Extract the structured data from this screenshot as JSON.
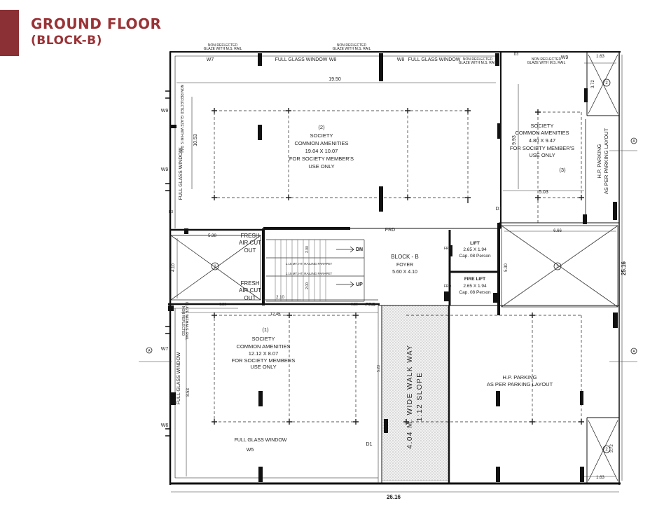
{
  "header": {
    "title": "GROUND FLOOR",
    "subtitle": "(BLOCK-B)"
  },
  "colors": {
    "accent": "#8b3034",
    "wall": "#111111",
    "line": "#333333"
  },
  "rooms": {
    "amenity_2": {
      "num": "(2)",
      "l1": "SOCIETY",
      "l2": "COMMON AMENITIES",
      "size": "19.04 X 10.07",
      "l3": "FOR SOCIETY MEMBER'S",
      "l4": "USE ONLY"
    },
    "amenity_3": {
      "num": "(3)",
      "l1": "SOCIETY",
      "l2": "COMMON AMENITIES",
      "size": "4.80 X 9.47",
      "l3": "FOR SOCIETY MEMBER'S",
      "l4": "USE ONLY"
    },
    "amenity_1": {
      "num": "(1)",
      "l1": "SOCIETY",
      "l2": "COMMON AMENITIES",
      "size": "12.12 X 8.07",
      "l3": "FOR SOCIETY MEMBERS",
      "l4": "USE ONLY"
    },
    "foyer": {
      "block": "BLOCK - B",
      "name": "FOYER",
      "size": "5.60 X 4.10"
    },
    "lift": {
      "name": "LIFT",
      "size": "2.65 X 1.94",
      "cap": "Cap. 08 Person"
    },
    "fire_lift": {
      "name": "FIRE LIFT",
      "size": "2.65 X 1.94",
      "cap": "Cap. 08 Person"
    },
    "hp_parking_right": {
      "l1": "H.P. PARKING",
      "l2": "AS PER PARKING LAYOUT"
    },
    "hp_parking_bottom": {
      "l1": "H.P. PARKING",
      "l2": "AS PER PARKING LAYOUT"
    },
    "walkway": {
      "l1": "4.04 M. WIDE WALK WAY",
      "l2": "1:12 SLOPE"
    },
    "fresh_air": [
      "FRESH",
      "AIR CUT",
      "OUT"
    ]
  },
  "labels": {
    "nrg": [
      "NON REFLECTED",
      "GLAZE WITH M.S. RAIL"
    ],
    "nrg_side": "NON REFLECTED GLAZE WITH M.S. RAIL",
    "fgw": "FULL GLASS WINDOW",
    "w7": "W7",
    "w8": "W8",
    "w9": "W9",
    "w5": "W5",
    "w6": "W6",
    "d1": "D1",
    "d3": "D3",
    "frd": "FRD",
    "dn": "DN",
    "up": "UP",
    "railing": "1.15 MT. HT. RAILING PARAPET",
    "section_a": "A"
  },
  "dims": {
    "top_width": "19.50",
    "left_height": "10.53",
    "right_room_height": "9.93",
    "right_room_width": "5.03",
    "corner_w": "1.63",
    "corner_h": "3.72",
    "fresh_w": "5.38",
    "fresh_h": "4.10",
    "lobby_w": "2.10",
    "right_shaft_w": "6.66",
    "right_shaft_h": "5.30",
    "bottom_room_w": "12.45",
    "bottom_room_h": "8.53",
    "overall_height": "25.16",
    "overall_width": "26.16",
    "stair_a": "2.00",
    "stair_b": "2.00",
    "small_a": "0.20",
    "small_b": "0.20",
    "walk_gap": "5.23",
    "corner_bottom_w": "1.63",
    "corner_bottom_h": "3.72"
  },
  "markers": {
    "c1": "1",
    "c2": "2",
    "c3": "3",
    "c4": "2"
  }
}
